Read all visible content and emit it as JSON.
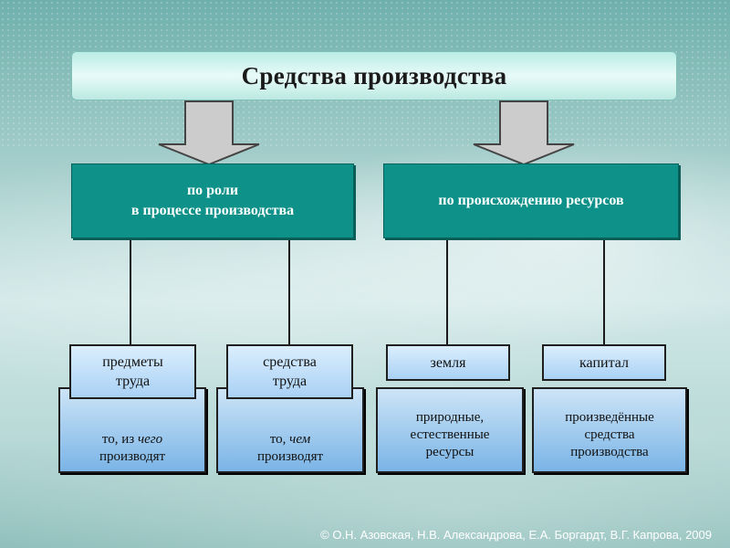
{
  "title": "Средства производства",
  "categories": [
    {
      "label_line1": "по роли",
      "label_line2": "в процессе производства"
    },
    {
      "label": "по происхождению ресурсов"
    }
  ],
  "items": [
    {
      "header_line1": "предметы",
      "header_line2": "труда",
      "desc_pre": "то, из ",
      "desc_italic": "чего",
      "desc_post": "производят"
    },
    {
      "header_line1": "средства",
      "header_line2": "труда",
      "desc_pre": "то, ",
      "desc_italic": "чем",
      "desc_post": "производят"
    },
    {
      "header": "земля",
      "desc_line1": "природные,",
      "desc_line2": "естественные",
      "desc_line3": "ресурсы"
    },
    {
      "header": "капитал",
      "desc_line1": "произведённые",
      "desc_line2": "средства",
      "desc_line3": "производства"
    }
  ],
  "copyright": "© О.Н. Азовская, Н.В. Александрова, Е.А. Боргардт, В.Г. Капрова, 2009",
  "colors": {
    "category_fill": "#0e9189",
    "item_fill": "#7ab4e6",
    "title_fill": "#e9fbf8"
  }
}
